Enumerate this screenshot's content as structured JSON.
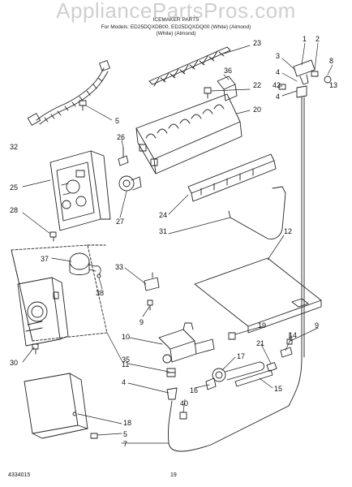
{
  "watermark": "AppliancePartsPros.com",
  "header": {
    "title": "ICEMAKER PARTS",
    "line2": "For Models: ED25DQXDB00, ED25DQXDQ00 (White) (Almond)",
    "line3": "(White)     (Almond)"
  },
  "footer": {
    "doc_number": "4334015",
    "page_number": "19"
  },
  "callouts": [
    "1",
    "2",
    "3",
    "4",
    "42",
    "8",
    "13",
    "4",
    "23",
    "36",
    "22",
    "20",
    "5",
    "32",
    "26",
    "25",
    "28",
    "27",
    "24",
    "31",
    "12",
    "37",
    "38",
    "33",
    "9",
    "10",
    "19",
    "14",
    "9",
    "11",
    "21",
    "17",
    "16",
    "15",
    "4",
    "40",
    "30",
    "35",
    "18",
    "5",
    "7"
  ]
}
